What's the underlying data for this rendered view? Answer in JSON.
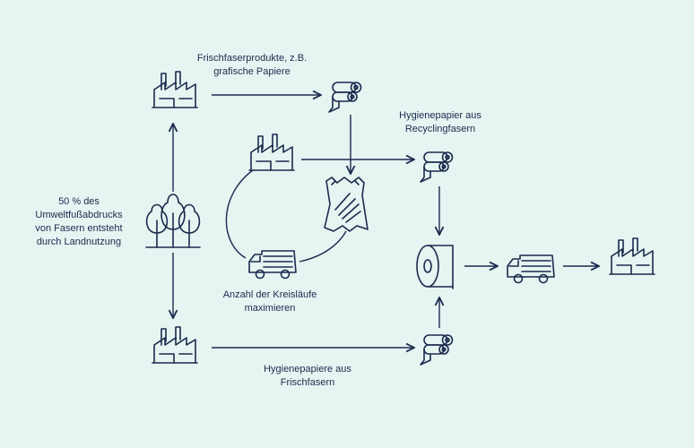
{
  "labels": {
    "fresh_fiber_products": "Frischfaserprodukte, z.B.\ngrafische Papiere",
    "hygiene_recycled": "Hygienepapier aus\nRecyclingfasern",
    "land_use": "50 % des\nUmweltfußabdrucks\nvon Fasern entsteht\ndurch Landnutzung",
    "maximize_cycles": "Anzahl der Kreisläufe\nmaximieren",
    "hygiene_fresh": "Hygienepapiere aus\nFrischfasern"
  },
  "colors": {
    "background": "#e6f4f2",
    "ink": "#1c2a4e"
  },
  "icons": [
    "factory-icon",
    "paper-roll-icon",
    "tree-icon",
    "hand-wiping-icon",
    "garbage-truck-icon",
    "toilet-paper-icon"
  ]
}
